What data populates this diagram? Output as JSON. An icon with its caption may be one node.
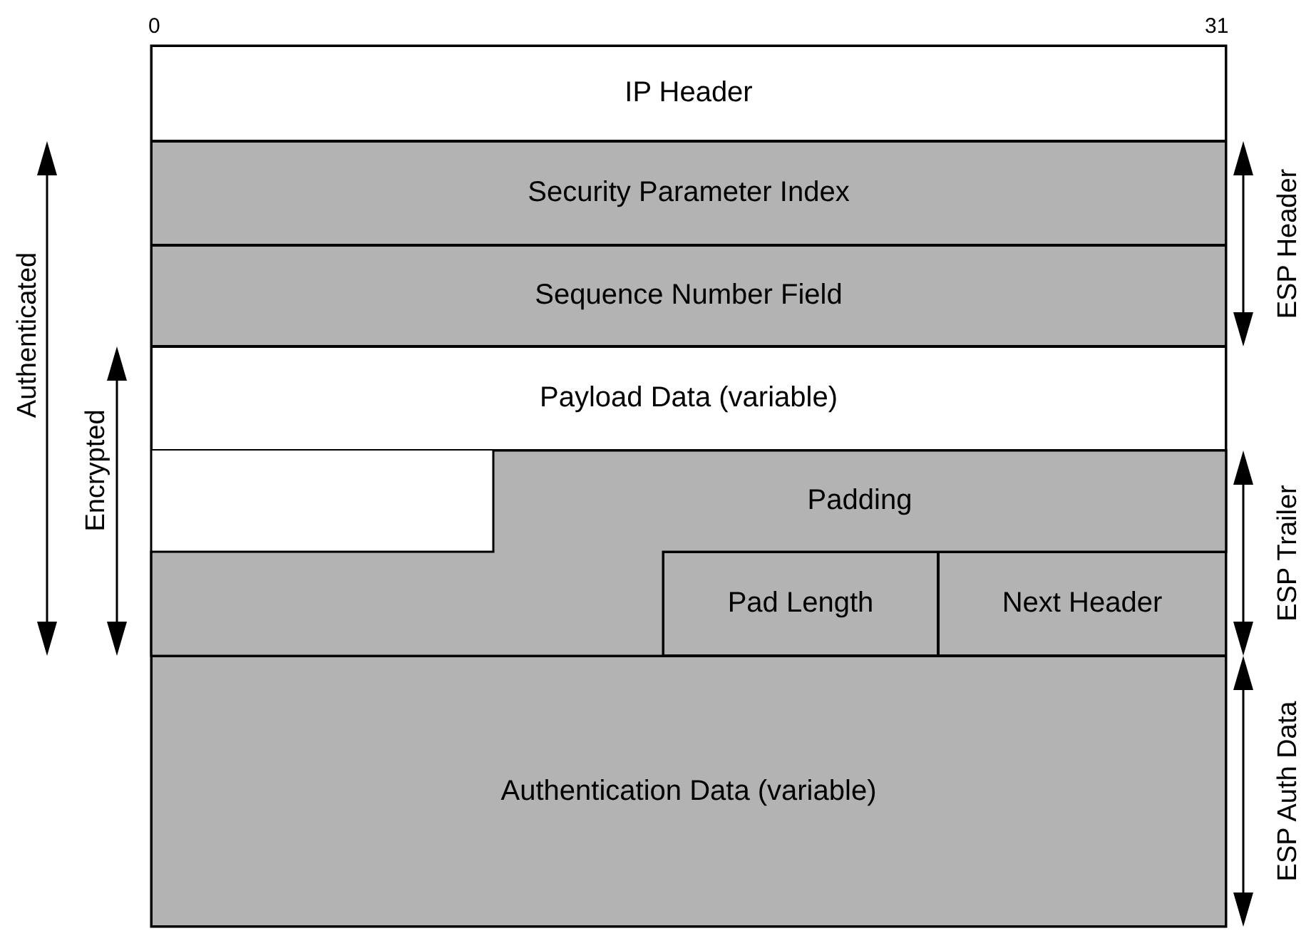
{
  "diagram": {
    "nodes": [
      {
        "text": [
          "IP Header"
        ]
      },
      {
        "text": [
          "Security Parameter Index"
        ]
      },
      {
        "text": [
          "Sequence Number Field"
        ]
      },
      {
        "text": [
          "Payload Data (variable)"
        ]
      },
      {
        "text": [
          "Padding"
        ]
      },
      {
        "text": [
          "Pad Length"
        ]
      },
      {
        "text": [
          "Next Header"
        ]
      },
      {
        "text": [
          "Authentication Data (variable)"
        ]
      }
    ],
    "labels": [
      "0",
      "31",
      "Authenticated",
      "Encrypted",
      "ESP Header",
      "ESP Trailer",
      "ESP Auth Data"
    ]
  }
}
